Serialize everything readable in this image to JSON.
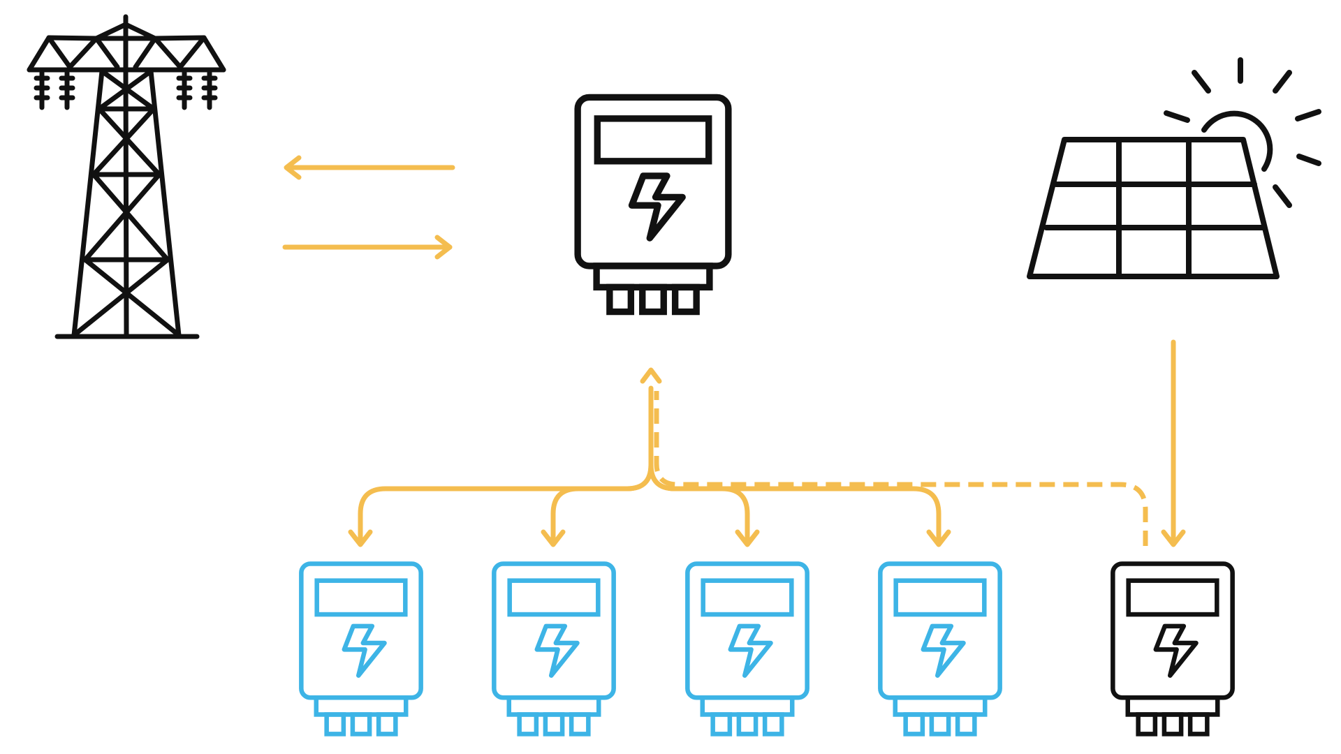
{
  "colors": {
    "background": "#ffffff",
    "main_icon_stroke": "#111111",
    "consumer_meter_stroke": "#3db4e6",
    "energy_flow": "#f4bd4f"
  },
  "nodes": {
    "grid_tower": {
      "icon": "transmission-tower-icon"
    },
    "main_meter": {
      "icon": "electric-meter-icon"
    },
    "solar_panel": {
      "icon": "solar-panel-with-sun-icon"
    },
    "consumer_meters": [
      {
        "icon": "electric-meter-icon"
      },
      {
        "icon": "electric-meter-icon"
      },
      {
        "icon": "electric-meter-icon"
      },
      {
        "icon": "electric-meter-icon"
      }
    ],
    "producer_meter": {
      "icon": "electric-meter-icon"
    }
  },
  "flows": {
    "grid_exchange": {
      "directions": [
        "to-grid",
        "from-grid"
      ],
      "style": "solid"
    },
    "distribution": {
      "from": "main_meter",
      "to": "consumer_meters",
      "style": "solid"
    },
    "solar_to_meter": {
      "from": "solar_panel",
      "to": "producer_meter",
      "style": "solid"
    },
    "surplus_return": {
      "from": "producer_meter",
      "to": "main_meter",
      "style": "dashed"
    }
  }
}
